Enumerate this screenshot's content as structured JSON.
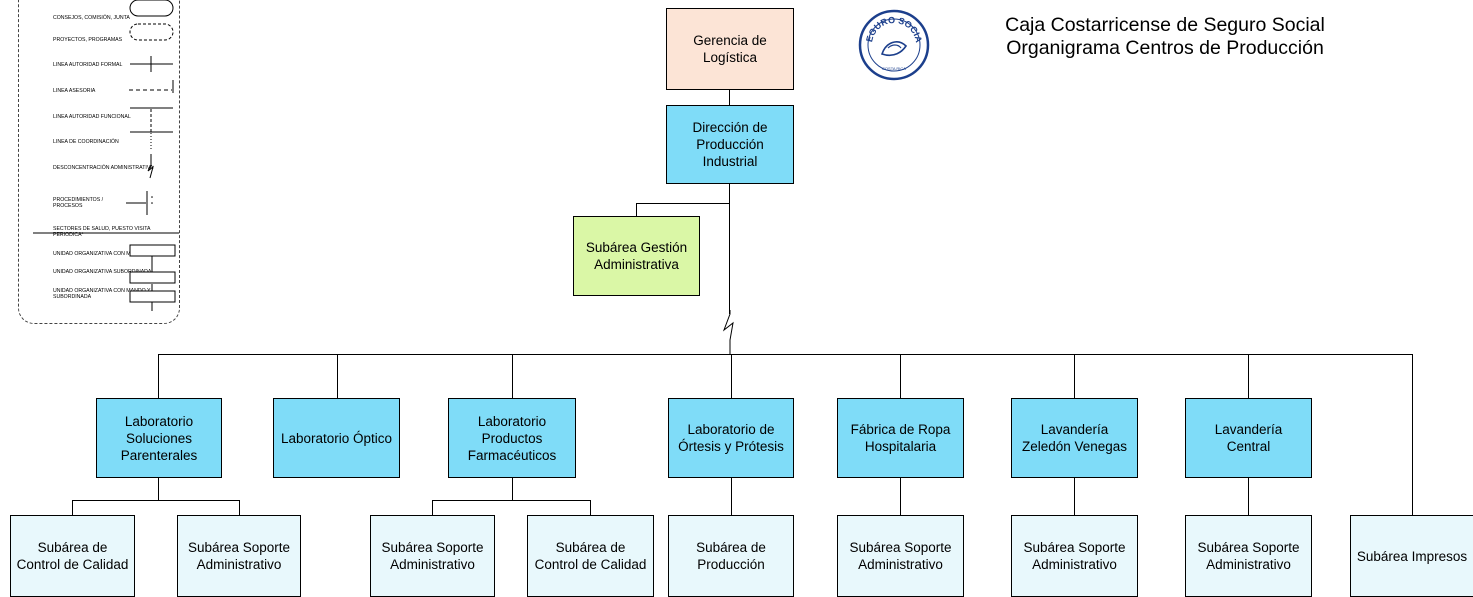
{
  "header": {
    "title": "Caja Costarricense de Seguro Social\nOrganigrama Centros de Producción",
    "seal": {
      "top_text": "SEGURO SOCIAL",
      "bottom_text": "COSTA RICA"
    }
  },
  "legend": {
    "items": [
      {
        "label": "CONSEJOS, COMISIÓN, JUNTA",
        "icon": "rounded-box"
      },
      {
        "label": "PROYECTOS, PROGRAMAS",
        "icon": "dashed-rounded-box"
      },
      {
        "label": "LINEA AUTORIDAD FORMAL",
        "icon": "solid-line"
      },
      {
        "label": "LINEA ASESORIA",
        "icon": "dashed-line"
      },
      {
        "label": "LINEA AUTORIDAD FUNCIONAL",
        "icon": "dashed-vertical"
      },
      {
        "label": "LINEA DE COORDINACIÓN",
        "icon": "dotted-vertical"
      },
      {
        "label": "DESCONCENTRACIÓN ADMINISTRATIVA",
        "icon": "lightning-line"
      },
      {
        "label": "PROCEDIMIENTOS /\nPROCESOS",
        "icon": "tee-dots"
      },
      {
        "label": "SECTORES DE SALUD, PUESTO VISITA PERIODICA*",
        "icon": "long-line"
      },
      {
        "label": "UNIDAD ORGANIZATIVA CON MANDO",
        "icon": "box-line-down"
      },
      {
        "label": "UNIDAD ORGANIZATIVA SUBORDINADA",
        "icon": "box-line-up"
      },
      {
        "label": "UNIDAD ORGANIZATIVA CON MANDO Y SUBORDINADA",
        "icon": "box-line-both"
      }
    ]
  },
  "org": {
    "gerencia": "Gerencia de\nLogística",
    "direccion": "Dirección de\nProducción Industrial",
    "gestion": "Subárea Gestión\nAdministrativa",
    "units": [
      "Laboratorio\nSoluciones\nParenterales",
      "Laboratorio Óptico",
      "Laboratorio\nProductos\nFarmacéuticos",
      "Laboratorio de\nÓrtesis y Prótesis",
      "Fábrica de Ropa\nHospitalaria",
      "Lavandería\nZeledón Venegas",
      "Lavandería\nCentral"
    ],
    "subunits": [
      "Subárea de\nControl de Calidad",
      "Subárea Soporte\nAdministrativo",
      "Subárea Soporte\nAdministrativo",
      "Subárea de\nControl de Calidad",
      "Subárea de\nProducción",
      "Subárea Soporte\nAdministrativo",
      "Subárea Soporte\nAdministrativo",
      "Subárea Soporte\nAdministrativo",
      "Subárea Impresos"
    ]
  },
  "colors": {
    "gerencia": "#fce4d6",
    "main_units": "#7fdcf8",
    "support": "#daf7a6",
    "subareas": "#e8f8fc"
  }
}
